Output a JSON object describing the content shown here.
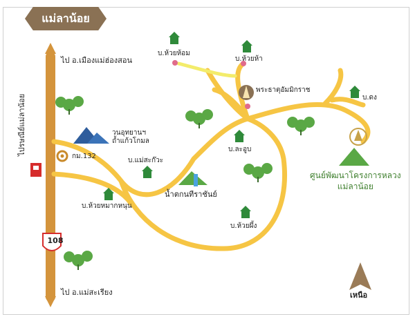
{
  "title": "แม่ลาน้อย",
  "labels": {
    "to_mae_hong_son": "ไป อ.เมืองแม่ฮ่องสอน",
    "to_mae_sariang": "ไป อ.แม่สะเรียง",
    "post_office": "ไปรษณีย์แม่ลาน้อย",
    "national_park": "วนอุทยานฯ\nถ้ำแก้วโกมล",
    "km_marker": "กม.132",
    "mae_sa_kua": "บ.แม่สะก๊วะ",
    "huai_mak_nun": "บ.ห้วยหมากหนุน",
    "waterfall": "น้ำตกนทีราชันย์",
    "huai_hom": "บ.ห้วยห้อม",
    "huai_ha": "บ.ห้วยห้า",
    "la_ub": "บ.ละอูบ",
    "phra_that": "พระธาตุอัมมิกราช",
    "ban_dong": "บ.ดง",
    "huai_phueng": "บ.ห้วยผึ้ง",
    "royal_center": "ศูนย์พัฒนาโครงการหลวง\nแม่ลาน้อย",
    "north": "เหนือ",
    "route_number": "108"
  },
  "colors": {
    "highway": "#d4943c",
    "road": "#f6c544",
    "minor_road": "#f3ec6b",
    "title_bg": "#8a7154",
    "village_icon": "#2f8a3a",
    "tree": "#5aa845",
    "mountain": "#2f5d9c",
    "label_green": "#3e7f2d"
  }
}
